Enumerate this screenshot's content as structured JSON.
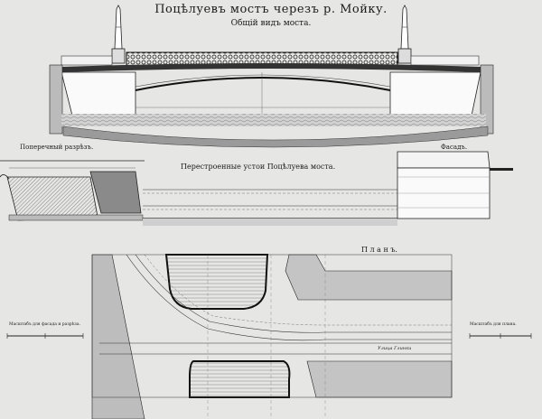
{
  "title": "Поцѣлуевъ мостъ черезъ р. Мойку.",
  "subtitle": "Общiй видъ моста.",
  "sections": {
    "cross_section": "Поперечный разрѣзъ.",
    "facade": "Фасадъ.",
    "rebuilt_abutments": "Перестроенные устои Поцѣлуева моста.",
    "plan": "П л а н ъ."
  },
  "scales": {
    "left": "Масштабъ для фасада и разрѣза.",
    "right": "Масштабъ для плана."
  },
  "street_label": "Улица Глинки",
  "colors": {
    "paper": "#e6e6e4",
    "ink": "#1a1a1a",
    "water": "#c9c9c9",
    "hatch": "#555555"
  }
}
